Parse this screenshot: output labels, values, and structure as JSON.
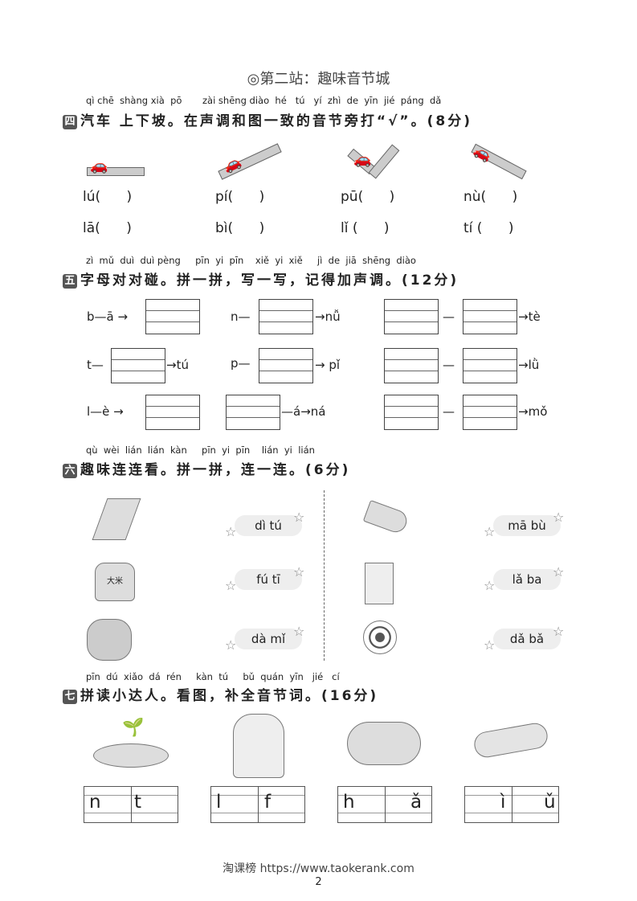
{
  "title": "◎第二站：趣味音节城",
  "s4": {
    "num": "四",
    "pinyin": "qì chē  shàng xià  pō       zài shēng diào  hé   tú   yí  zhì  de  yīn  jié  páng  dǎ",
    "text": "汽车 上下坡。在声调和图一致的音节旁打“√”。(8分)",
    "row1": [
      "lú(      )",
      "pí(      )",
      "pū(      )",
      "nù(      )"
    ],
    "row2": [
      "lā(      )",
      "bì(      )",
      "lǐ (      )",
      "tí (      )"
    ]
  },
  "s5": {
    "num": "五",
    "pinyin": "zì  mǔ  duì  duì pèng     pīn  yi  pīn    xiě  yi  xiě     jì  de  jiā  shēng  diào",
    "text": "字母对对碰。拼一拼，写一写，记得加声调。(12分)",
    "labels": {
      "b": "b",
      "a1": "ā",
      "n": "n",
      "nu": "nǚ",
      "te": "tè",
      "t": "t",
      "tu": "tú",
      "p": "p",
      "pi": "pǐ",
      "lu": "lǜ",
      "l": "l",
      "e": "è",
      "a2": "á",
      "na": "ná",
      "mo": "mǒ"
    }
  },
  "s6": {
    "num": "六",
    "pinyin": "qù  wèi  lián  lián  kàn     pīn  yi  pīn    lián  yi  lián",
    "text": "趣味连连看。拼一拼，连一连。(6分)",
    "left": [
      "dì tú",
      "fú tī",
      "dà mǐ"
    ],
    "right": [
      "mā bù",
      "lǎ ba",
      "dǎ bǎ"
    ],
    "bag_text": "大米"
  },
  "s7": {
    "num": "七",
    "pinyin": "pīn  dú  xiǎo  dá  rén     kàn  tú     bǔ  quán  yīn   jié   cí",
    "text": "拼读小达人。看图，补全音节词。(16分)",
    "boxes": [
      [
        "n",
        "t"
      ],
      [
        "l",
        "f"
      ],
      [
        "h",
        "ǎ"
      ],
      [
        "ì",
        "ǔ"
      ]
    ]
  },
  "footer": {
    "site": "淘课榜 https://www.taokerank.com",
    "page": "2"
  }
}
